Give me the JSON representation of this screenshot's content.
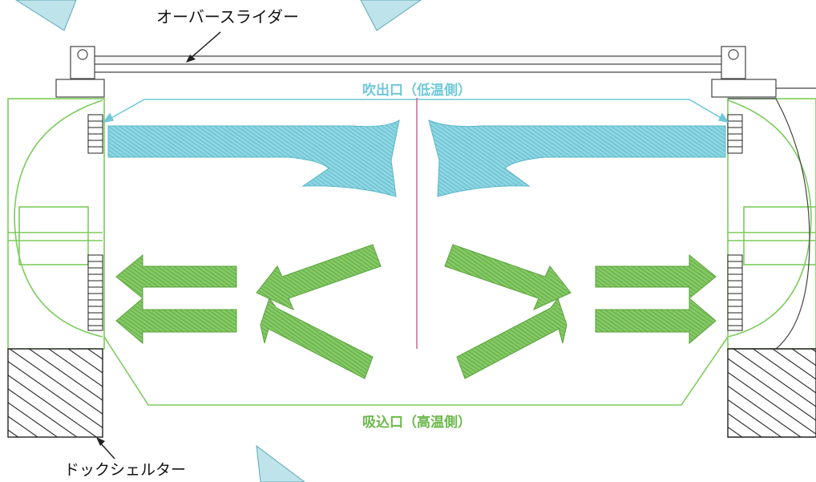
{
  "labels": {
    "over_slider": "オーバースライダー",
    "outlet": "吹出口（低温側）",
    "inlet": "吸込口（高温側）",
    "dock_shelter": "ドックシェルター"
  },
  "colors": {
    "cool_air": "#6ec8d8",
    "warm_air": "#6cb84a",
    "outline_green": "#7ccc5c",
    "divider": "#c06090",
    "speech_tail": "#bfe3ea",
    "hatch": "#222222"
  },
  "icons": {
    "cool_airflow": "curved-arrow-icon",
    "warm_airflow": "arrow-icon"
  }
}
